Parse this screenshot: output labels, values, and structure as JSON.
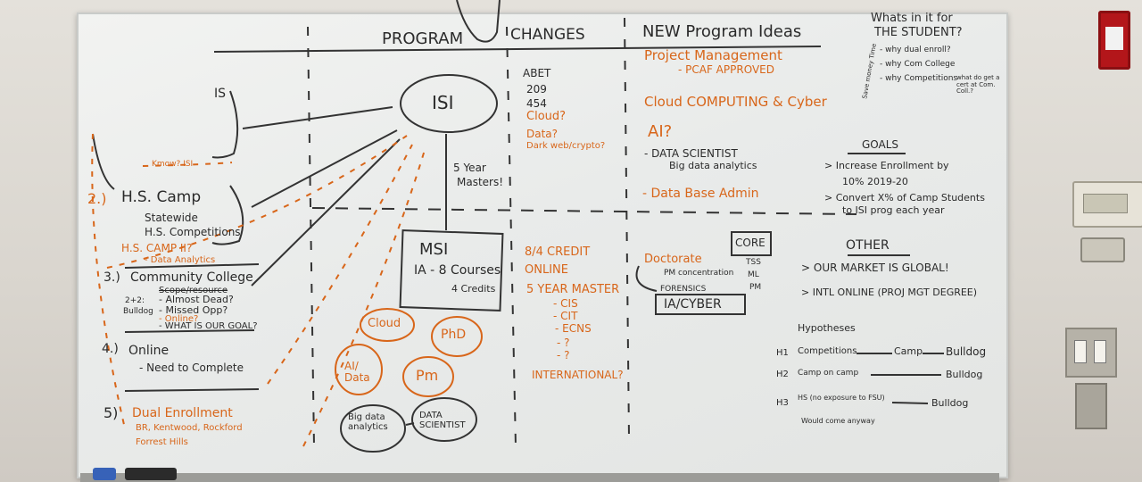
{
  "whiteboard": {
    "headers": {
      "program": "PROGRAM",
      "changes": "CHANGES",
      "new_ideas": "NEW Program Ideas"
    },
    "left_labels": {
      "is": "IS",
      "arrow_note": "Kmow? ISI",
      "hs_camp_num": "2.)",
      "hs_camp": "H.S. Camp",
      "statewide": "Statewide",
      "hs_competitions": "H.S. Competitions",
      "hs_camp_ii": "H.S. CAMP II?",
      "data_analytics": "- Data Analytics",
      "community_num": "3.)",
      "community_college": "Community College",
      "scope_resource": "Scope/resource",
      "almost_dead": "- Almost Dead?",
      "missed_opp": "- Missed Opp?",
      "two_plus_two": "2+2:",
      "bulldog": "Bulldog",
      "online_q": "- Online?",
      "what_is_goal": "- WHAT IS OUR GOAL?",
      "online_num": "4.)",
      "online": "Online",
      "need_complete": "- Need to Complete",
      "dual_num": "5)",
      "dual_enrollment": "Dual Enrollment",
      "schools": "BR, Kentwood, Rockford",
      "forest_hills": "Forrest Hills"
    },
    "program_col": {
      "isi": "ISI",
      "five_year": "5 Year",
      "masters": "Masters!",
      "msi": "MSI",
      "ia": "IA - 8 Courses",
      "credits": "4 Credits",
      "cloud": "Cloud",
      "phd": "PhD",
      "ai_data": "AI/ Data",
      "pm": "Pm",
      "big_data": "Big data analytics",
      "data_scientist": "DATA SCIENTIST"
    },
    "changes_col": {
      "abet": "ABET",
      "n209": "209",
      "n454": "454",
      "cloud": "Cloud?",
      "data": "Data?",
      "dark_web": "Dark web/crypto?",
      "credit": "8/4 CREDIT",
      "online": "ONLINE",
      "five_year_master": "5 YEAR MASTER",
      "cis": "- CIS",
      "cit": "- CIT",
      "ecns": "- ECNS",
      "q1": "- ?",
      "q2": "- ?",
      "international": "INTERNATIONAL?"
    },
    "ideas_col": {
      "project_management": "Project Management",
      "pcaf": "- PCAF APPROVED",
      "cloud_computing": "Cloud COMPUTING & Cyber",
      "ai": "AI?",
      "data_scientist": "- DATA SCIENTIST",
      "big_data": "Big data analytics",
      "database_admin": "- Data Base Admin",
      "doctorate": "Doctorate",
      "pm_concentration": "PM concentration",
      "forensics": "FORENSICS",
      "core": "CORE",
      "tss": "TSS",
      "ml": "ML",
      "pm": "PM",
      "ia_cyber": "IA/CYBER"
    },
    "right_panel": {
      "whats_in_it": "Whats in it for",
      "the_student": "THE STUDENT?",
      "why_dual": "- why dual enroll?",
      "why_com": "- why Com College",
      "why_comp": "- why Competitions",
      "side_note": "Save money Time",
      "what_to_get": "what do get a cert at Com. Coll.?",
      "goals": "GOALS",
      "goal1": "> Increase Enrollment by",
      "goal1b": "10% 2019-20",
      "goal2": "> Convert X% of Camp Students",
      "goal2b": "to ISI prog each year",
      "other": "OTHER",
      "market": "> OUR MARKET IS GLOBAL!",
      "intl": "> INTL ONLINE (PROJ MGT DEGREE)",
      "hypotheses": "Hypotheses",
      "h1_label": "H1",
      "h1_a": "Competitions",
      "h1_b": "Camp",
      "h1_c": "Bulldog",
      "h2_label": "H2",
      "h2_a": "Camp on camp",
      "h2_c": "Bulldog",
      "h3_label": "H3",
      "h3_a": "HS (no exposure to FSU)",
      "h3_c": "Bulldog",
      "would_come": "Would come anyway"
    }
  },
  "colors": {
    "black_ink": "#2a2a2a",
    "orange_ink": "#d8661a",
    "board": "#eceeed",
    "wall": "#d9d5ce",
    "alarm": "#b3161a"
  },
  "icons": [
    "fire-alarm-icon",
    "thermostat-icon",
    "light-switch-icon",
    "wall-plate-icon",
    "marker-icon"
  ]
}
